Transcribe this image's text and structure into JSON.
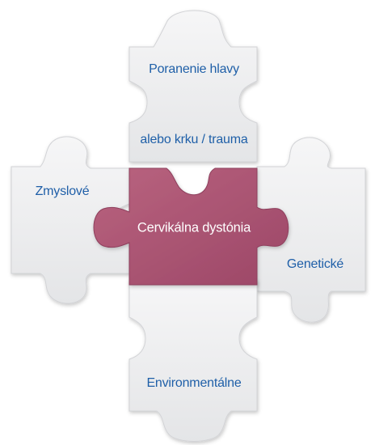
{
  "diagram": {
    "center_piece": {
      "label": "Cervikálna dystónia",
      "color": "#b0567a",
      "text_color": "#ffffff"
    },
    "pieces": [
      {
        "id": "top",
        "lines": [
          "Poranenie hlavy",
          "alebo krku / trauma"
        ]
      },
      {
        "id": "left",
        "label": "Zmyslové"
      },
      {
        "id": "right",
        "label": "Genetické"
      },
      {
        "id": "bottom",
        "label": "Environmentálne"
      }
    ],
    "piece_color": "#eeeeef",
    "label_color": "#1f5fa8"
  }
}
